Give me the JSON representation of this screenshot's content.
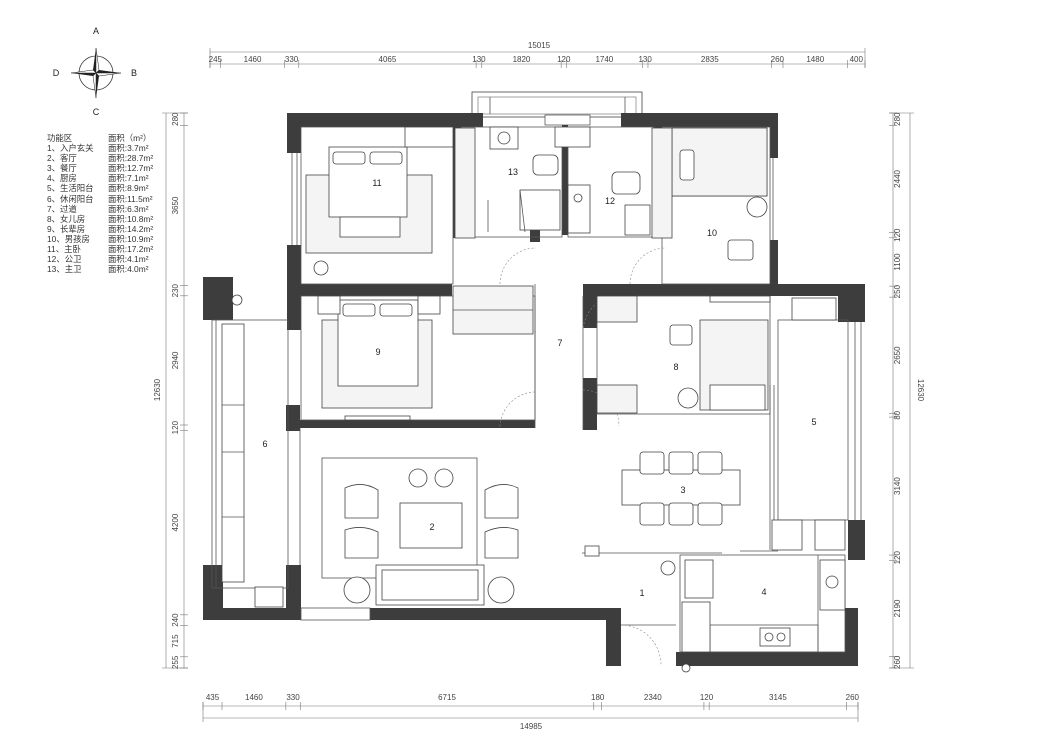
{
  "compass": {
    "north": "A",
    "east": "B",
    "south": "C",
    "west": "D"
  },
  "legend": {
    "header_name": "功能区",
    "header_area": "面积（m²）",
    "rooms": [
      {
        "name": "1、入户玄关",
        "area": "面积:3.7m²"
      },
      {
        "name": "2、客厅",
        "area": "面积:28.7m²"
      },
      {
        "name": "3、餐厅",
        "area": "面积:12.7m²"
      },
      {
        "name": "4、厨房",
        "area": "面积:7.1m²"
      },
      {
        "name": "5、生活阳台",
        "area": "面积:8.9m²"
      },
      {
        "name": "6、休闲阳台",
        "area": "面积:11.5m²"
      },
      {
        "name": "7、过道",
        "area": "面积:6.3m²"
      },
      {
        "name": "8、女儿房",
        "area": "面积:10.8m²"
      },
      {
        "name": "9、长辈房",
        "area": "面积:14.2m²"
      },
      {
        "name": "10、男孩房",
        "area": "面积:10.9m²"
      },
      {
        "name": "11、主卧",
        "area": "面积:17.2m²"
      },
      {
        "name": "12、公卫",
        "area": "面积:4.1m²"
      },
      {
        "name": "13、主卫",
        "area": "面积:4.0m²"
      }
    ]
  },
  "dimensions": {
    "top_total": "15015",
    "top": [
      "245",
      "1460",
      "330",
      "4065",
      "130",
      "1820",
      "120",
      "1740",
      "130",
      "2835",
      "260",
      "1480",
      "400"
    ],
    "bottom_total": "14985",
    "bottom": [
      "435",
      "1460",
      "330",
      "6715",
      "180",
      "2340",
      "120",
      "3145",
      "260"
    ],
    "left_total": "12630",
    "left": [
      "280",
      "3650",
      "230",
      "2940",
      "120",
      "4200",
      "240",
      "715",
      "255"
    ],
    "right_total": "12630",
    "right": [
      "280",
      "2440",
      "120",
      "1100",
      "250",
      "2650",
      "80",
      "3140",
      "120",
      "2190",
      "260"
    ]
  },
  "room_labels": [
    "1",
    "2",
    "3",
    "4",
    "5",
    "6",
    "7",
    "8",
    "9",
    "10",
    "11",
    "12",
    "13"
  ]
}
